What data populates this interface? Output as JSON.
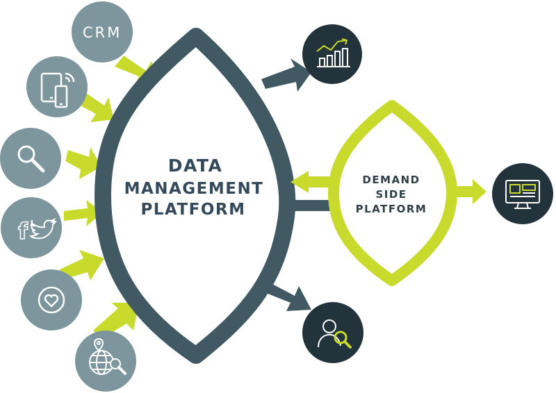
{
  "hub": {
    "line1": "DATA",
    "line2": "MANAGEMENT",
    "line3": "PLATFORM"
  },
  "dsp": {
    "line1": "DEMAND",
    "line2": "SIDE",
    "line3": "PLATFORM"
  },
  "sources": {
    "crm_label": "CRM",
    "items": [
      "crm",
      "mobile-devices-icon",
      "search-icon",
      "social-media-icon",
      "heart-icon",
      "geo-globe-icon"
    ]
  },
  "outputs": [
    "analytics-chart-icon",
    "display-ad-icon",
    "audience-search-icon"
  ],
  "colors": {
    "background": "#ffffff",
    "hub_stroke": "#405962",
    "source_circle": "#7d959c",
    "lime_accent": "#c8da2b",
    "output_circle": "#22333b",
    "text_dark": "#34495a"
  }
}
